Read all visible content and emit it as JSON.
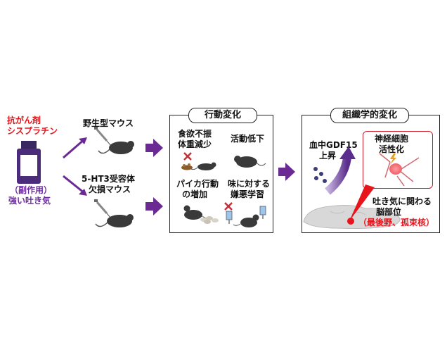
{
  "left": {
    "drug_line1": "抗がん剤",
    "drug_line2": "シスプラチン",
    "side_effect_line1": "（副作用）",
    "side_effect_line2": "強い吐き気"
  },
  "mice": {
    "wild_type": "野生型マウス",
    "knockout_line1": "5-HT3受容体",
    "knockout_line2": "欠損マウス"
  },
  "behavior_panel": {
    "title": "行動変化",
    "appetite_line1": "食欲不振",
    "appetite_line2": "体重減少",
    "activity": "活動低下",
    "pica_line1": "パイカ行動",
    "pica_line2": "の増加",
    "aversion_line1": "味に対する",
    "aversion_line2": "嫌悪学習"
  },
  "histology_panel": {
    "title": "組織学的変化",
    "blood_line1": "血中GDF15",
    "blood_line2": "上昇",
    "neuron_line1": "神経細胞",
    "neuron_line2": "活性化",
    "region_line1": "吐き気に関わる",
    "region_line2": "脳部位",
    "region_line3": "（最後野、孤束核）"
  },
  "colors": {
    "red": "#e8141c",
    "purple": "#6a2c9a",
    "arrow_purple": "#6b2a93",
    "mouse": "#3a3a3a"
  },
  "icons": [
    "drug-bottle-icon",
    "syringe-icon",
    "mouse-icon",
    "x-mark-icon",
    "food-icon",
    "bedding-icon",
    "water-bottle-icon",
    "brain-icon",
    "neuron-icon",
    "lightning-icon",
    "gdf15-particles-icon"
  ]
}
